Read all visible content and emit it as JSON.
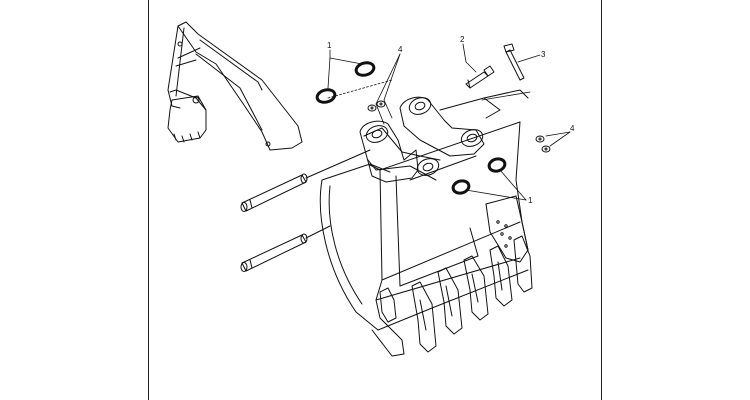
{
  "diagram": {
    "callouts": {
      "c1_top": "1",
      "c1_bottom": "1",
      "c2": "2",
      "c3": "3",
      "c4_top": "4",
      "c4_right": "4"
    }
  }
}
